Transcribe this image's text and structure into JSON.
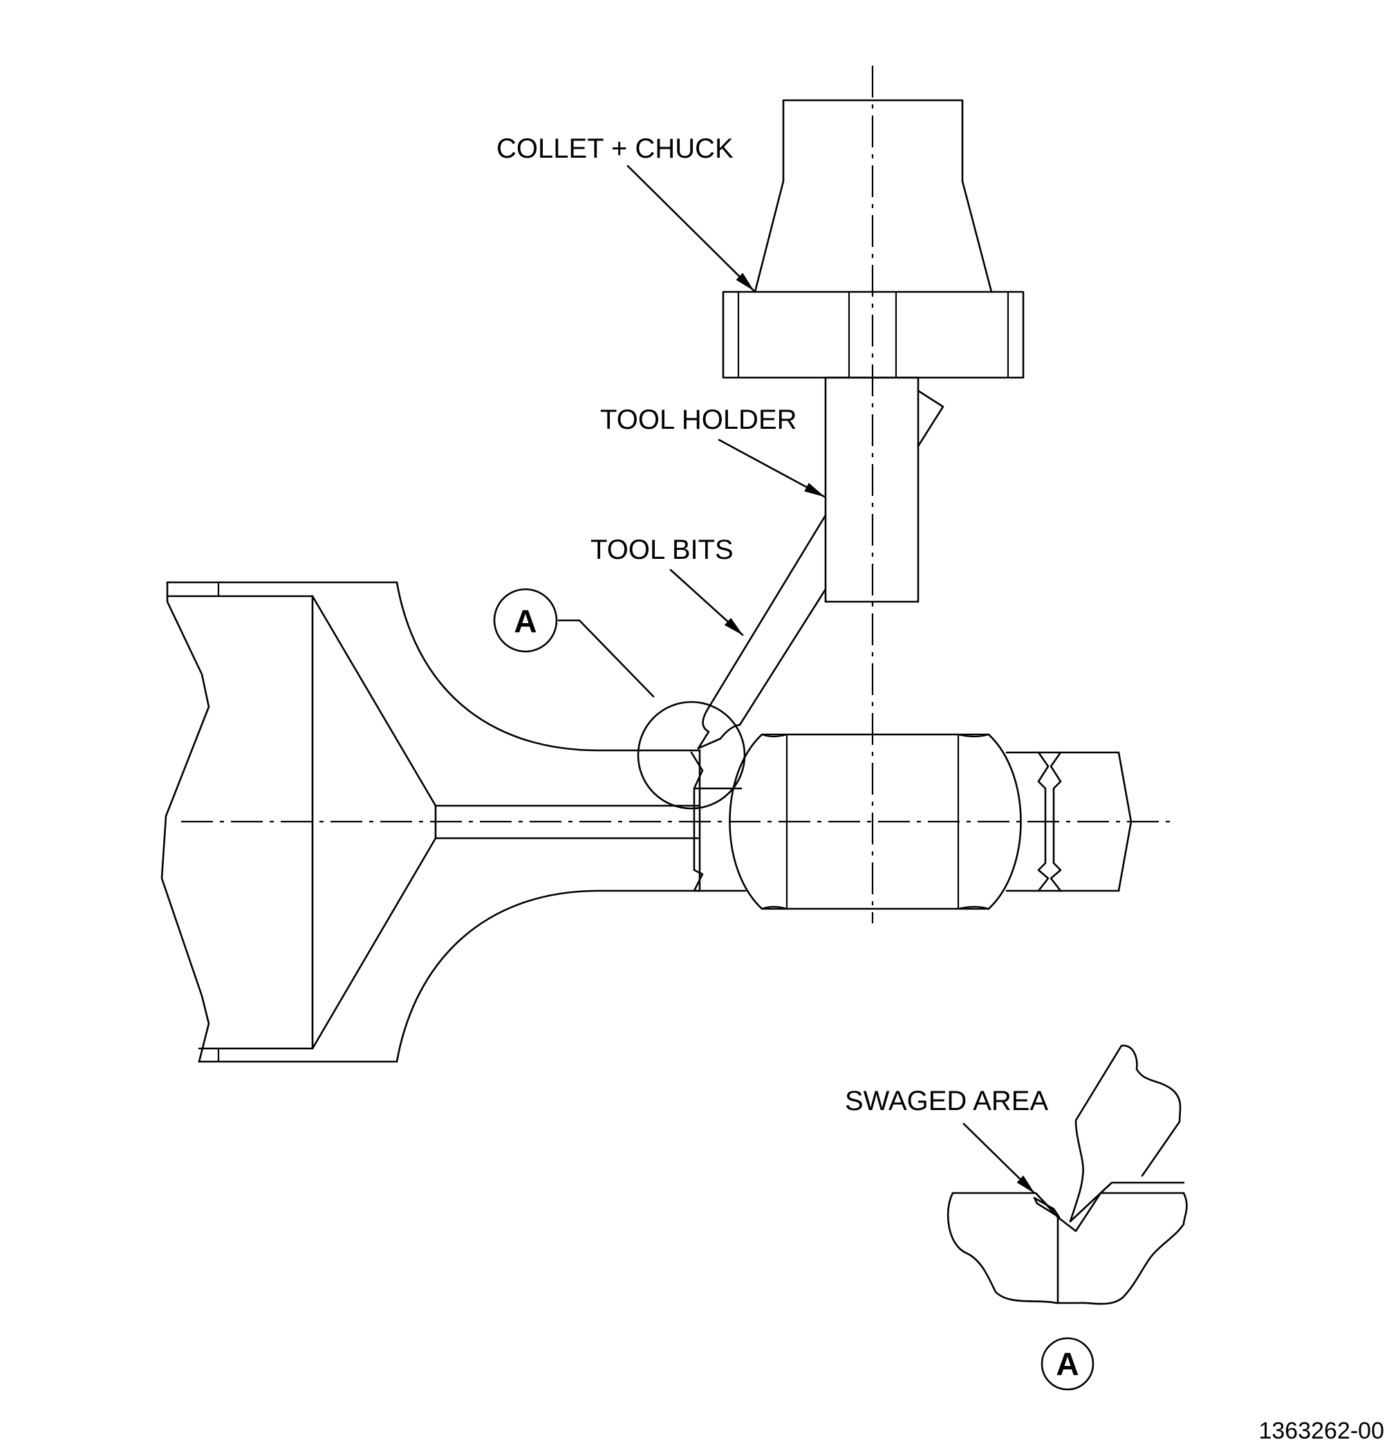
{
  "labels": {
    "collet_chuck": "COLLET + CHUCK",
    "tool_holder": "TOOL HOLDER",
    "tool_bits": "TOOL BITS",
    "swaged_area": "SWAGED AREA"
  },
  "detail": {
    "callout_letter": "A",
    "view_letter": "A"
  },
  "drawing_number": "1363262-00"
}
